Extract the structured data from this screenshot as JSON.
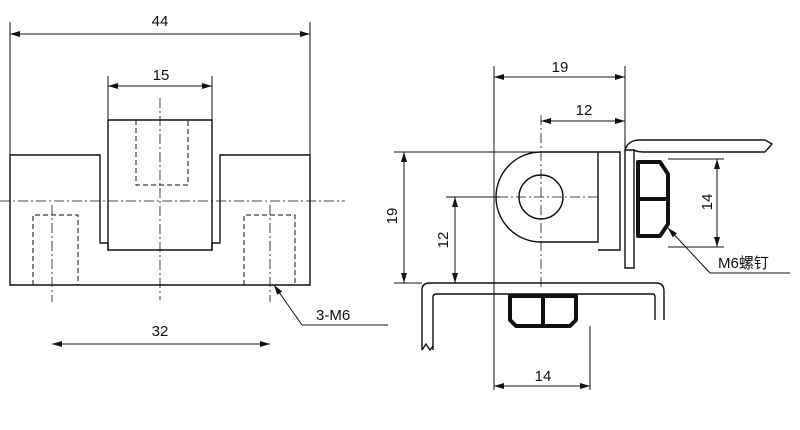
{
  "dimensions": {
    "left_overall_width": "44",
    "left_center_width": "15",
    "left_hole_spacing": "32",
    "right_overall_width": "19",
    "right_pin_offset": "12",
    "right_nut_height": "14",
    "right_total_height": "19",
    "right_pin_height": "12",
    "right_bottom_nut_width": "14"
  },
  "callouts": {
    "screw_holes": "3-M6",
    "screw": "M6螺钉"
  }
}
